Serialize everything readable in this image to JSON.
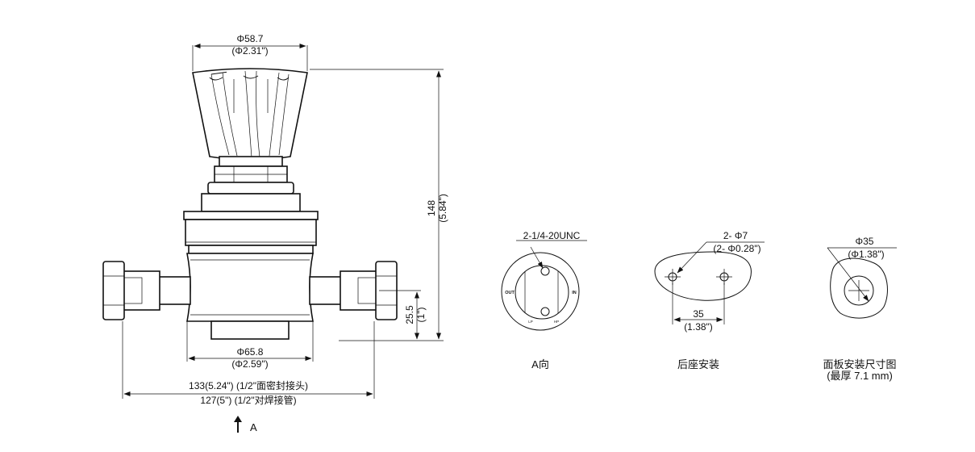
{
  "front_view": {
    "knob_diameter": "Φ58.7",
    "knob_diameter_in": "(Φ2.31\")",
    "height": "148",
    "height_in": "(5.84\")",
    "body_diameter": "Φ65.8",
    "body_diameter_in": "(Φ2.59\")",
    "port_height": "25.5",
    "port_height_in": "(1\")",
    "length_face_seal": "133(5.24\") (1/2\"面密封接头)",
    "length_butt_weld": "127(5\") (1/2\"对焊接管)",
    "view_arrow_label": "A"
  },
  "view_a": {
    "thread_label": "2-1/4-20UNC",
    "port_out": "OUT",
    "port_in": "IN",
    "mark_lp": "LP",
    "mark_hp": "HP",
    "caption": "A向"
  },
  "rear_mount": {
    "hole_label": "2- Φ7",
    "hole_label_in": "(2- Φ0.28\")",
    "spacing": "35",
    "spacing_in": "(1.38\")",
    "caption": "后座安装"
  },
  "panel_mount": {
    "cutout": "Φ35",
    "cutout_in": "(Φ1.38\")",
    "caption": "面板安装尺寸图",
    "thickness_note": "(最厚 7.1 mm)"
  }
}
